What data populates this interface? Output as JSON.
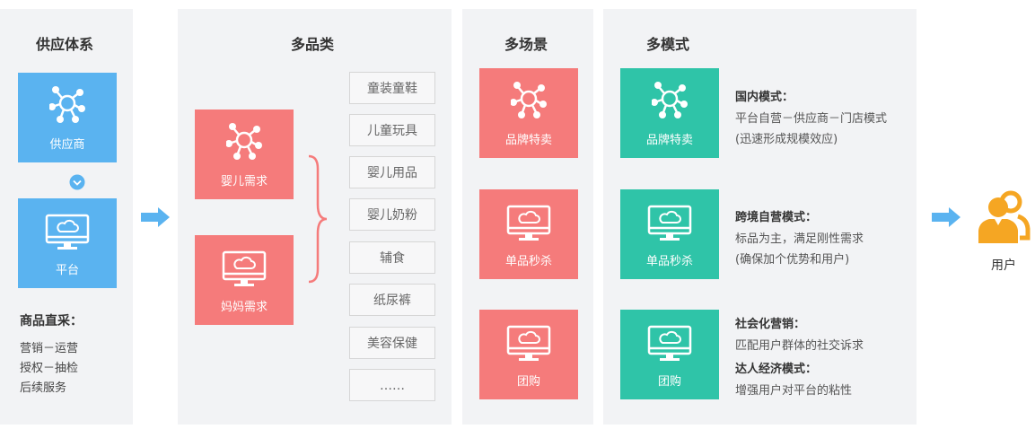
{
  "supply": {
    "title": "供应体系",
    "supplier_label": "供应商",
    "platform_label": "平台",
    "direct_title": "商品直采：",
    "direct_items": [
      "营销－运营",
      "授权－抽检",
      "后续服务"
    ]
  },
  "categories": {
    "title": "多品类",
    "baby_label": "婴儿需求",
    "mom_label": "妈妈需求",
    "items": [
      "童装童鞋",
      "儿童玩具",
      "婴儿用品",
      "婴儿奶粉",
      "辅食",
      "纸尿裤",
      "美容保健",
      "……"
    ]
  },
  "scenes": {
    "title": "多场景",
    "items": [
      "品牌特卖",
      "单品秒杀",
      "团购"
    ]
  },
  "modes": {
    "title": "多模式",
    "tiles": [
      "品牌特卖",
      "单品秒杀",
      "团购"
    ],
    "m1_title": "国内模式：",
    "m1_desc": [
      "平台自营－供应商－门店模式",
      "(迅速形成规模效应)"
    ],
    "m2_title": "跨境自营模式：",
    "m2_desc": [
      "标品为主，满足刚性需求",
      "(确保加个优势和用户)"
    ],
    "m3_title": "社会化营销：",
    "m3_desc": "匹配用户群体的社交诉求",
    "m4_title": "达人经济模式：",
    "m4_desc": "增强用户对平台的粘性"
  },
  "user": {
    "label": "用户"
  },
  "colors": {
    "blue": "#5ab3f0",
    "red": "#f57b7b",
    "green": "#2fc4a8",
    "arrow": "#5ab3f0",
    "user": "#f5a623"
  }
}
